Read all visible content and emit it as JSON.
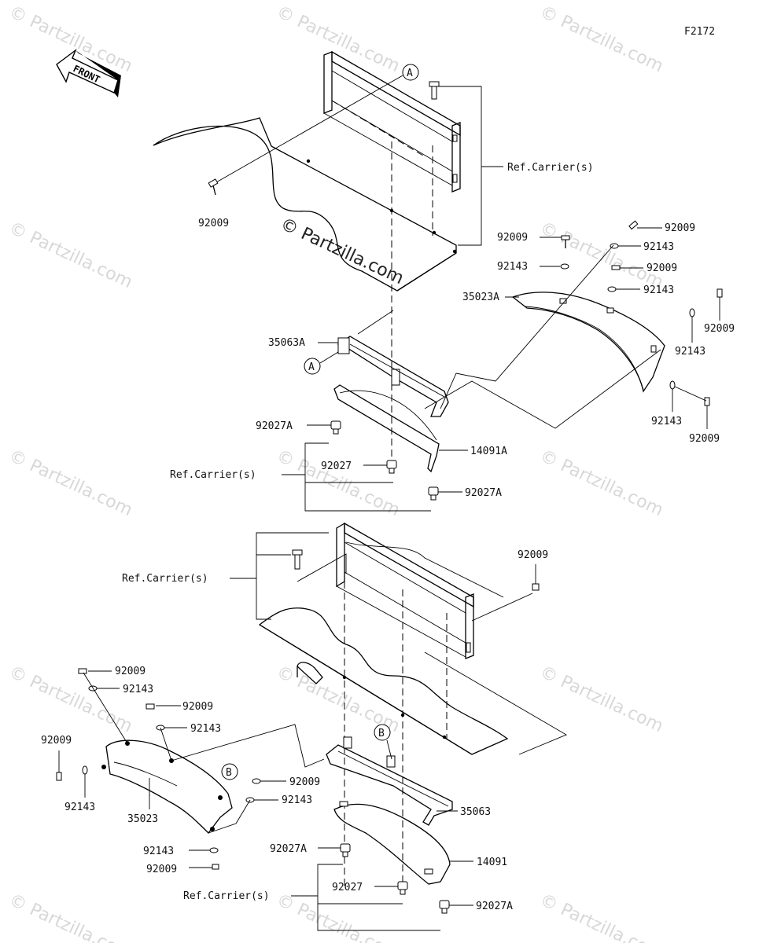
{
  "figure_code": "F2172",
  "front_label": "FRONT",
  "watermark": "© Partzilla.com",
  "callouts": {
    "a": "A",
    "b": "B"
  },
  "labels": {
    "ref_carrier": "Ref.Carrier(s)",
    "p92009": "92009",
    "p92143": "92143",
    "p35023A": "35023A",
    "p35063A": "35063A",
    "p92027A": "92027A",
    "p92027": "92027",
    "p14091A": "14091A",
    "p35023": "35023",
    "p35063": "35063",
    "p14091": "14091"
  }
}
